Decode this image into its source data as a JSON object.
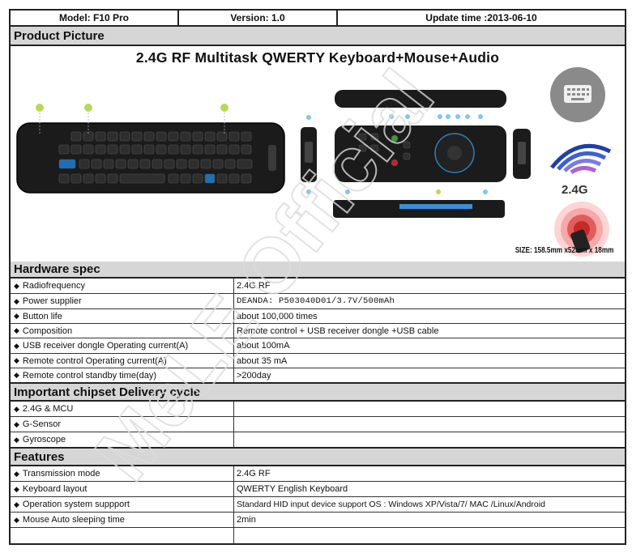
{
  "header": {
    "model": "Model: F10 Pro",
    "version": "Version: 1.0",
    "update": "Update time :2013-06-10"
  },
  "product_picture": {
    "section_title": "Product Picture",
    "title": "2.4G RF Multitask QWERTY Keyboard+Mouse+Audio",
    "rf_badge": "2.4G",
    "size_note": "SIZE: 158.5mm x52mm x 18mm"
  },
  "hardware_spec": {
    "section_title": "Hardware spec",
    "rows": [
      {
        "label": "Radiofrequency",
        "value": "2.4G RF"
      },
      {
        "label": "Power supplier",
        "value": "DEANDA:  P503040D01/3.7V/500mAh"
      },
      {
        "label": "Button life",
        "value": "about 100,000 times"
      },
      {
        "label": "Composition",
        "value": "Remote control + USB receiver dongle +USB cable"
      },
      {
        "label": "USB receiver dongle Operating current(A)",
        "value": "about  100mA"
      },
      {
        "label": "Remote control Operating current(A)",
        "value": "about 35 mA"
      },
      {
        "label": "Remote control standby time(day)",
        "value": ">200day"
      }
    ]
  },
  "chipset": {
    "section_title": "Important chipset Delivery cycle",
    "rows": [
      {
        "label": "2.4G & MCU",
        "value": ""
      },
      {
        "label": "G-Sensor",
        "value": ""
      },
      {
        "label": "Gyroscope",
        "value": ""
      }
    ]
  },
  "features": {
    "section_title": "Features",
    "rows": [
      {
        "label": "Transmission mode",
        "value": "2.4G RF"
      },
      {
        "label": "Keyboard layout",
        "value": "QWERTY English Keyboard"
      },
      {
        "label": "Operation system suppport",
        "value": "Standard HID input device support OS : Windows XP/Vista/7/ MAC /Linux/Android"
      },
      {
        "label": "Mouse Auto sleeping time",
        "value": "2min"
      }
    ]
  },
  "watermark": "MeLE Official"
}
